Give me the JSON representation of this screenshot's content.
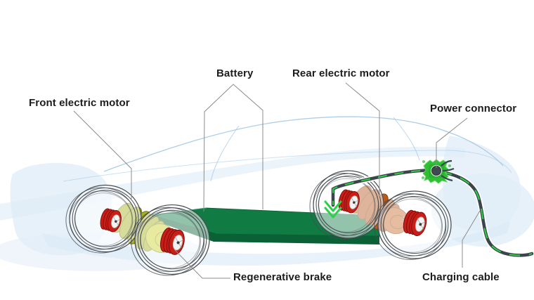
{
  "diagram": {
    "labels": {
      "front_motor": "Front electric motor",
      "battery": "Battery",
      "rear_motor": "Rear electric motor",
      "power_connector": "Power connector",
      "regen_brake": "Regenerative brake",
      "charging_cable": "Charging cable"
    },
    "colors": {
      "battery_green": "#107b43",
      "battery_green_dark": "#0a6135",
      "motor_front_yellow": "#a9b120",
      "motor_front_cap": "#cdd12e",
      "motor_rear_orange": "#b65a20",
      "motor_rear_cap": "#c96d2f",
      "brake_hub_red": "#c81e17",
      "cable_dark": "#3d454c",
      "cable_green": "#2ccf45",
      "connector_green": "#2ebf35",
      "arrow_green": "#2bd148",
      "car_body_blue": "#e4eff8",
      "leader_gray": "#8c8c8c",
      "label_text": "#1c1c1c"
    }
  }
}
